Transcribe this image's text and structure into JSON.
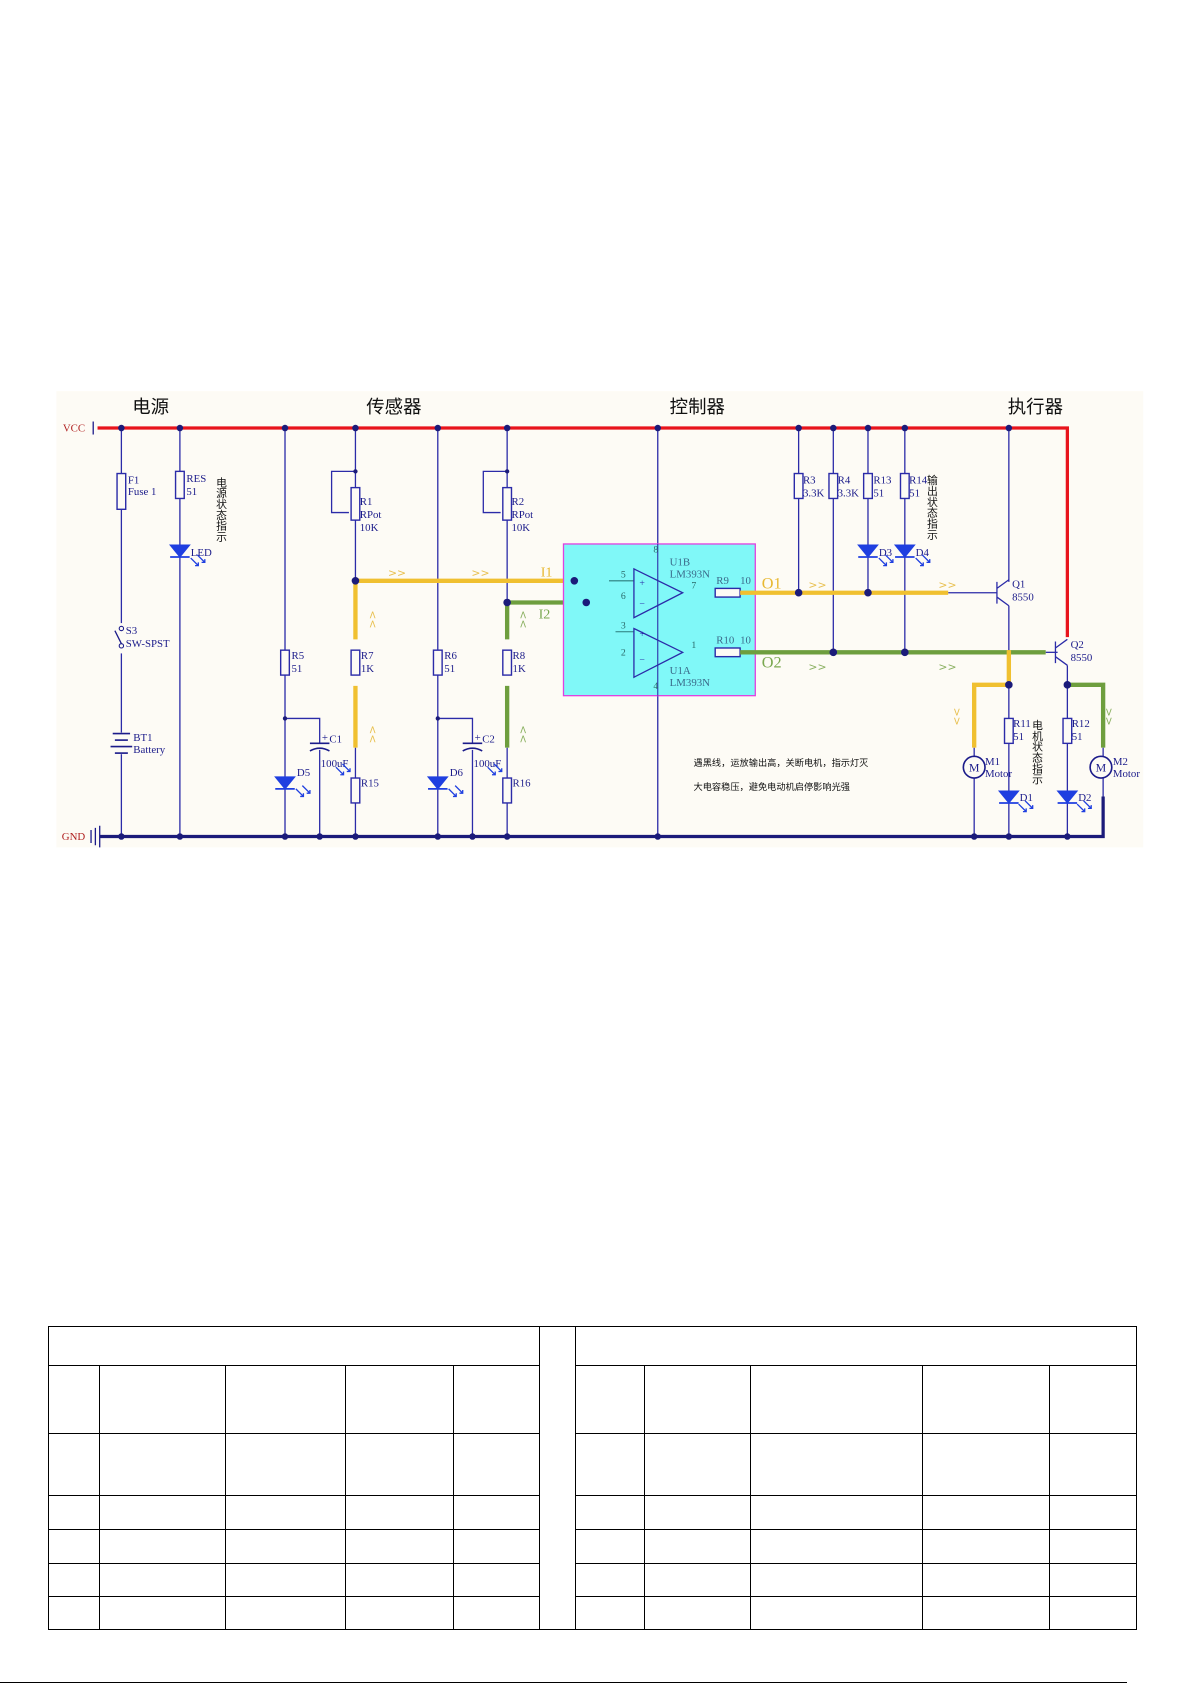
{
  "sections": {
    "power": "电源",
    "sensor": "传感器",
    "controller": "控制器",
    "actuator": "执行器"
  },
  "rails": {
    "vcc": "VCC",
    "gnd": "GND"
  },
  "nets": {
    "i1": "I1",
    "i2": "I2",
    "o1": "O1",
    "o2": "O2"
  },
  "components": {
    "f1": {
      "ref": "F1",
      "value": "Fuse 1"
    },
    "s3": {
      "ref": "S3",
      "value": "SW-SPST"
    },
    "bt1": {
      "ref": "BT1",
      "value": "Battery"
    },
    "res": {
      "ref": "RES",
      "value": "51"
    },
    "led": {
      "ref": "LED"
    },
    "r1": {
      "ref": "R1",
      "type": "RPot",
      "value": "10K"
    },
    "r2": {
      "ref": "R2",
      "type": "RPot",
      "value": "10K"
    },
    "r5": {
      "ref": "R5",
      "value": "51"
    },
    "r6": {
      "ref": "R6",
      "value": "51"
    },
    "r7": {
      "ref": "R7",
      "value": "1K"
    },
    "r8": {
      "ref": "R8",
      "value": "1K"
    },
    "r15": {
      "ref": "R15"
    },
    "r16": {
      "ref": "R16"
    },
    "c1": {
      "ref": "C1",
      "value": "100uF"
    },
    "c2": {
      "ref": "C2",
      "value": "100uF"
    },
    "d5": {
      "ref": "D5"
    },
    "d6": {
      "ref": "D6"
    },
    "u1b": {
      "ref": "U1B",
      "value": "LM393N"
    },
    "u1a": {
      "ref": "U1A",
      "value": "LM393N"
    },
    "r9": {
      "ref": "R9",
      "value": "10"
    },
    "r10": {
      "ref": "R10",
      "value": "10"
    },
    "r3": {
      "ref": "R3",
      "value": "3.3K"
    },
    "r4": {
      "ref": "R4",
      "value": "3.3K"
    },
    "r13": {
      "ref": "R13",
      "value": "51"
    },
    "r14": {
      "ref": "R14",
      "value": "51"
    },
    "d3": {
      "ref": "D3"
    },
    "d4": {
      "ref": "D4"
    },
    "q1": {
      "ref": "Q1",
      "value": "8550"
    },
    "q2": {
      "ref": "Q2",
      "value": "8550"
    },
    "r11": {
      "ref": "R11",
      "value": "51"
    },
    "r12": {
      "ref": "R12",
      "value": "51"
    },
    "m1": {
      "ref": "M1",
      "value": "Motor",
      "symbol": "M"
    },
    "m2": {
      "ref": "M2",
      "value": "Motor",
      "symbol": "M"
    },
    "d1": {
      "ref": "D1"
    },
    "d2": {
      "ref": "D2"
    }
  },
  "pins": {
    "p5": "5",
    "p6": "6",
    "p3": "3",
    "p2": "2",
    "p7": "7",
    "p1": "1",
    "p8": "8",
    "p4": "4"
  },
  "cap_polarity": "+",
  "flow": {
    "right": ">>",
    "up": ">>",
    "down": ">>"
  },
  "annotations": {
    "power_indicator": "电源状态指示",
    "output_indicator": "输出状态指示",
    "motor_indicator": "电机状态指示",
    "note1": "遇黑线，运放输出高，关断电机，指示灯灭",
    "note2": "大电容稳压，避免电动机启停影响光强"
  },
  "colors": {
    "vcc": "#e8141c",
    "gnd": "#1b1b7a",
    "net1": "#f0c030",
    "net2": "#6e9e3e",
    "ic_fill": "#80f8f8",
    "ic_border": "#e040e0"
  }
}
